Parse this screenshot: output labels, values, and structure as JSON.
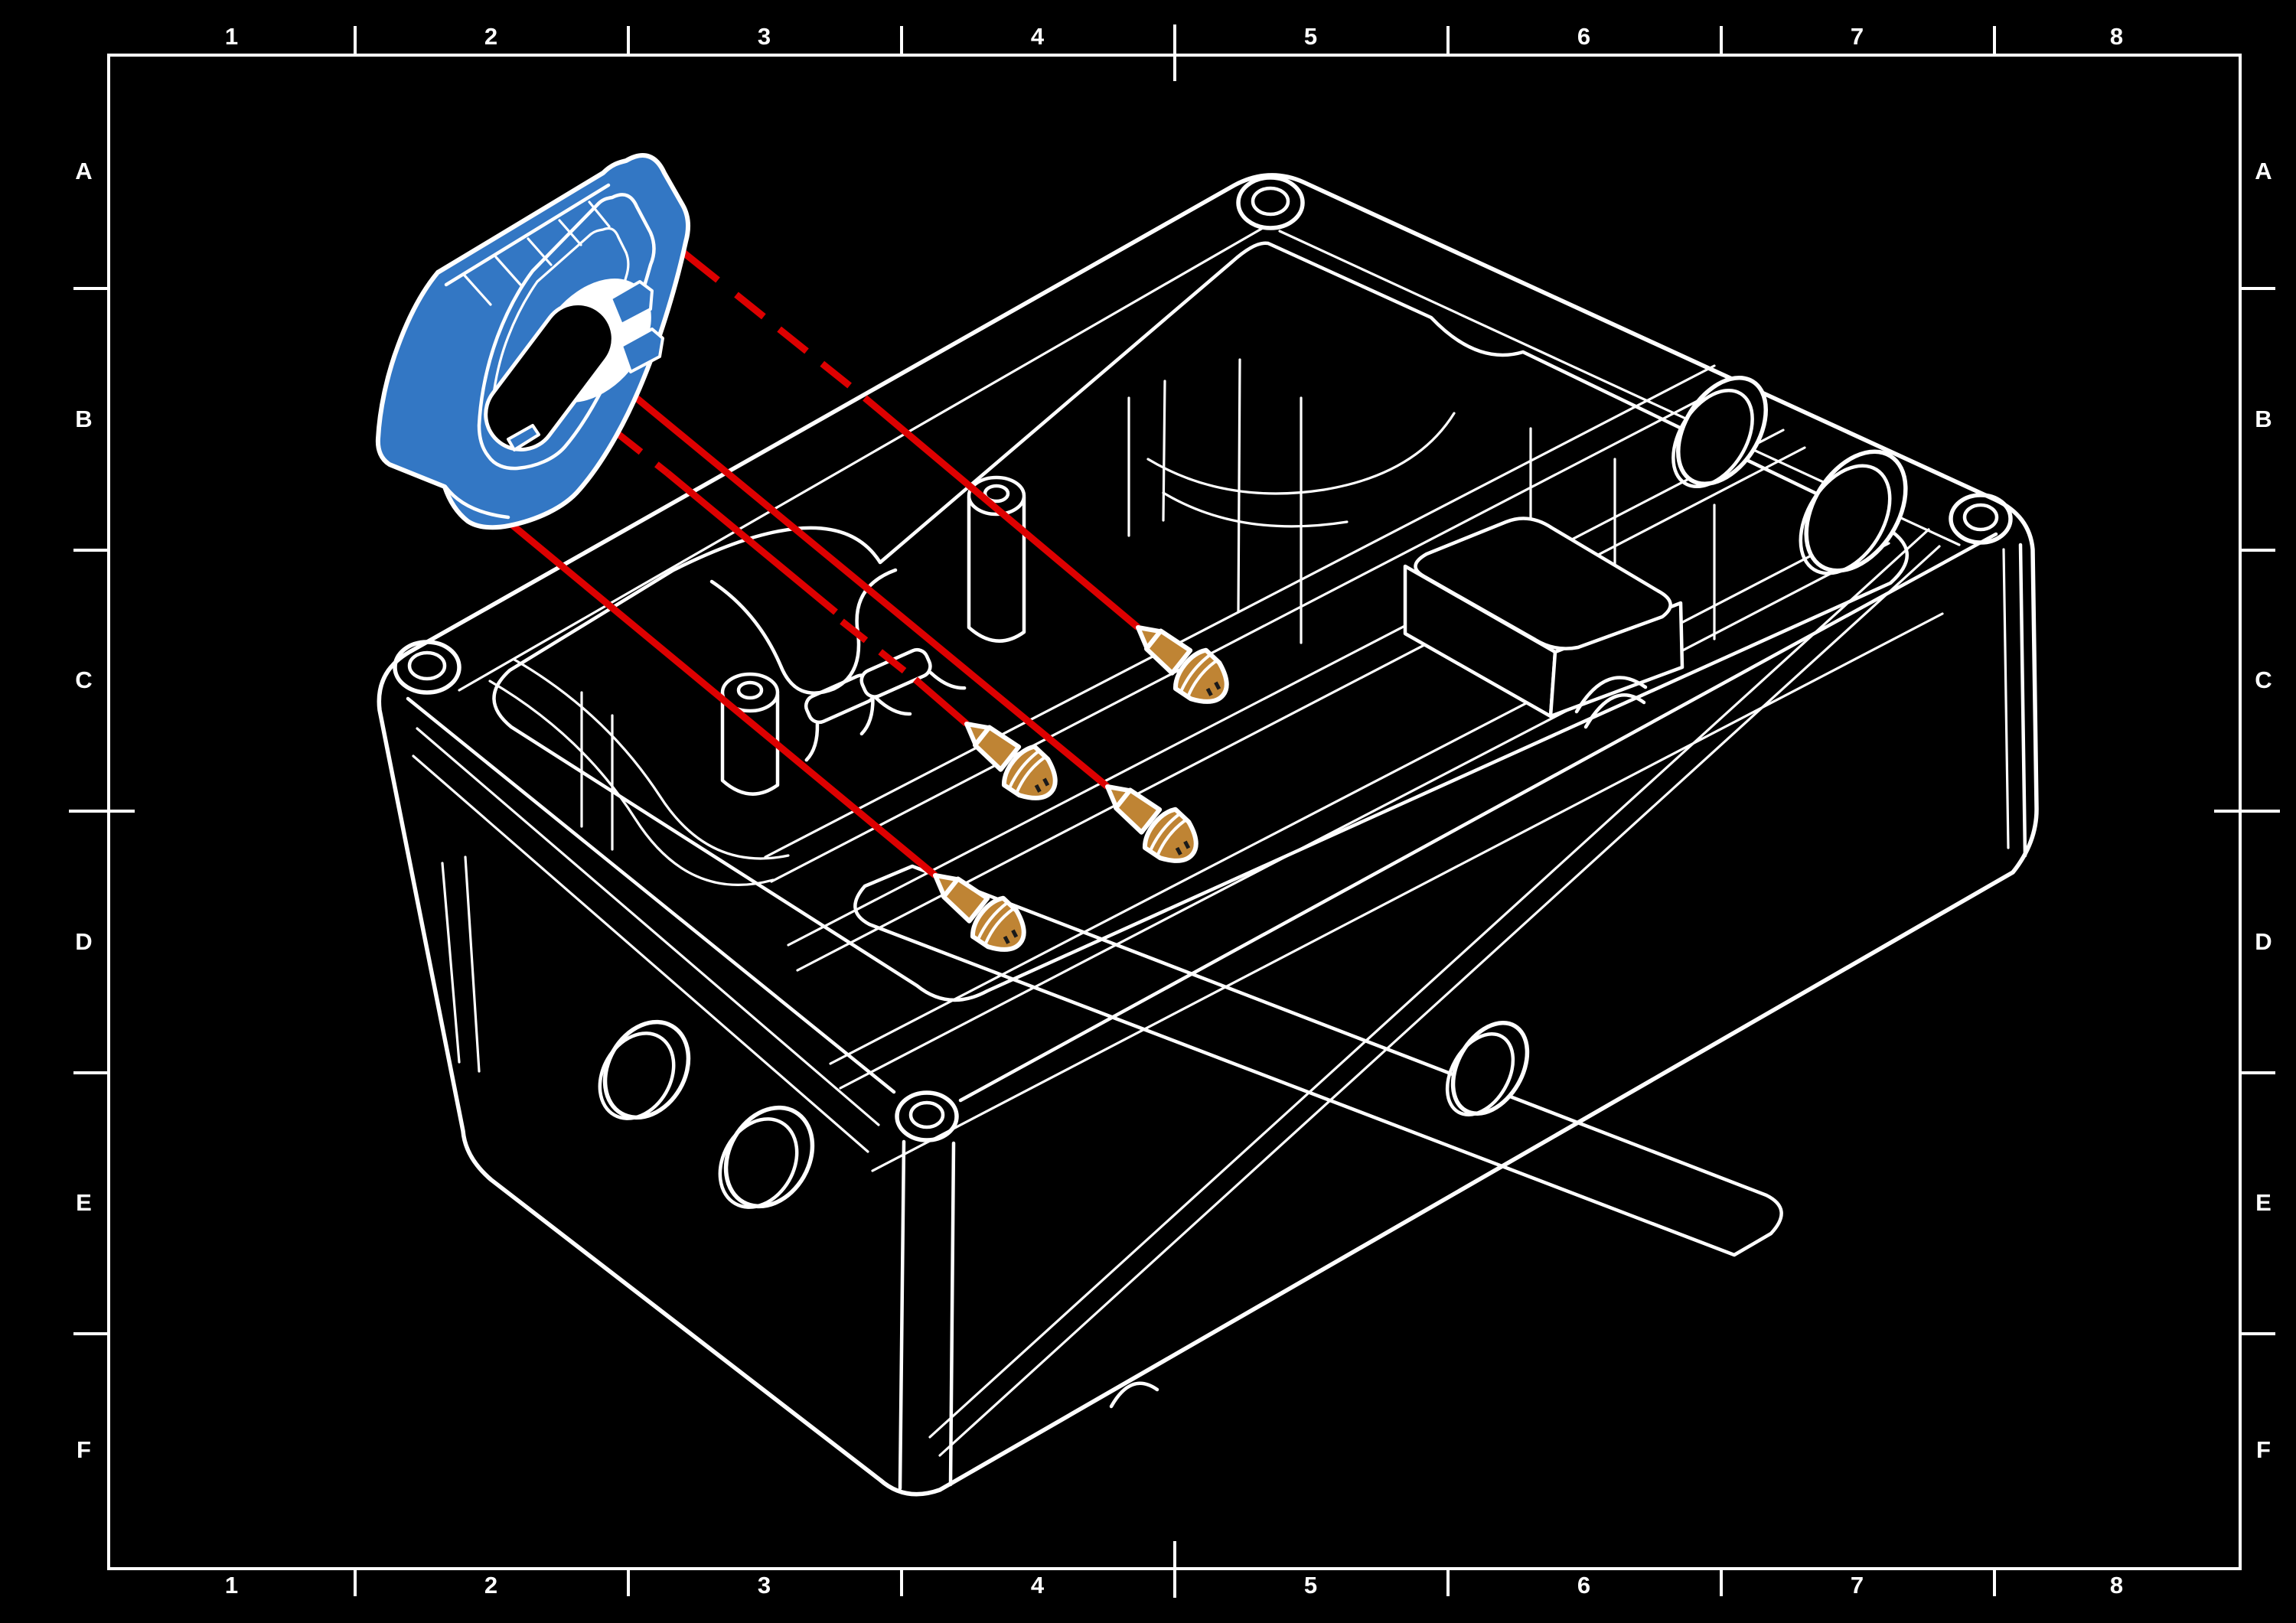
{
  "sheet": {
    "background_color": "#000000",
    "line_color": "#ffffff",
    "grid": {
      "columns": [
        "1",
        "2",
        "3",
        "4",
        "5",
        "6",
        "7",
        "8"
      ],
      "rows": [
        "A",
        "B",
        "C",
        "D",
        "E",
        "F"
      ]
    }
  },
  "drawing": {
    "type": "exploded-assembly-view",
    "highlight_color": "#3377c4",
    "fastener_color": "#bf8434",
    "explode_line_color": "#dd0000",
    "outline_color": "#ffffff",
    "parts": {
      "enclosure": "enclosure-base",
      "highlighted_part": "gasket-bezel",
      "fastener_count": 4
    }
  }
}
